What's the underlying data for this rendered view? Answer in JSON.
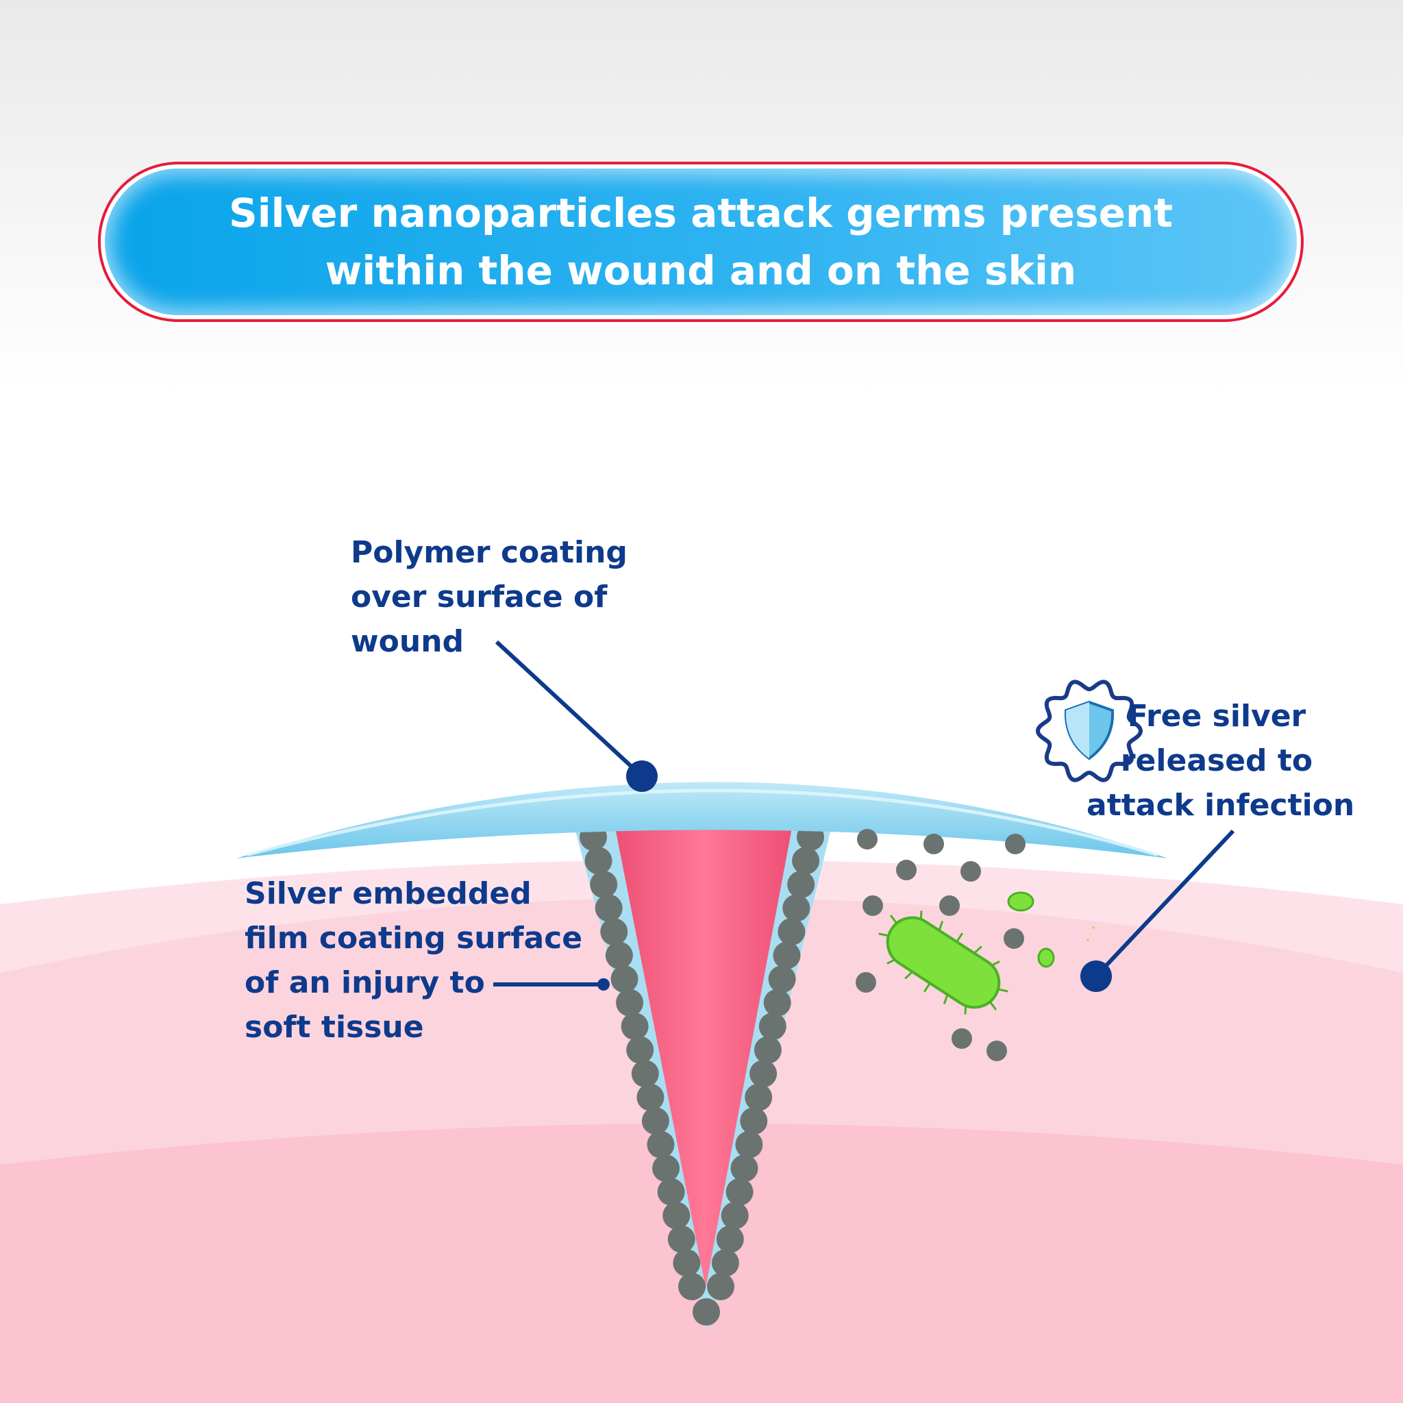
{
  "headline": {
    "line1": "Silver nanoparticles attack germs present",
    "line2": "within the wound and on the skin"
  },
  "labels": {
    "polymer": [
      "Polymer coating",
      "over surface of",
      "wound"
    ],
    "silver_film": [
      "Silver embedded",
      "film coating surface",
      "of an injury to",
      "soft tissue"
    ],
    "free_silver": [
      "Free silver",
      "released to",
      "attack infection"
    ]
  },
  "icons": {
    "shield_badge": "shield-icon",
    "bacteria": "bacteria-icon"
  },
  "colors": {
    "headline_border": "#e51c3b",
    "headline_fill": "#0aa4ea",
    "label_text": "#0e3a8c",
    "wound_fill": "#f2587a",
    "silver_particle": "#6b7370",
    "polymer_coating": "#8ed6ef",
    "bacteria": "#7ee03a"
  }
}
